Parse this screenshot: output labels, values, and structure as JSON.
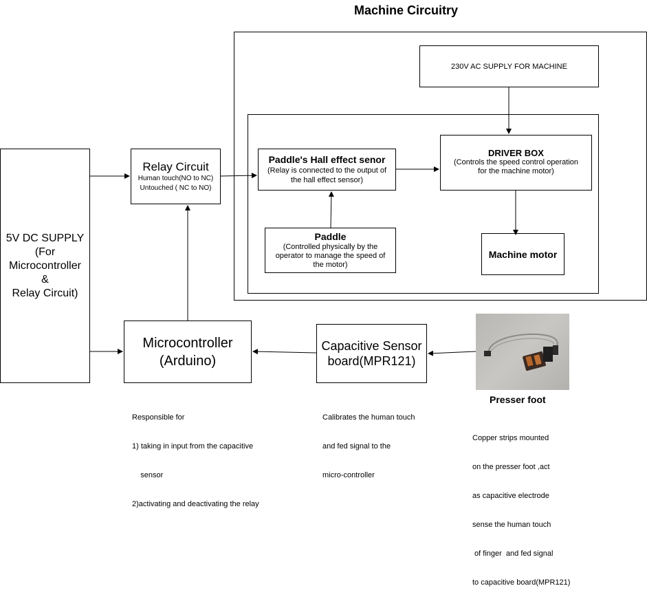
{
  "title": "Machine Circuitry",
  "supply_5v": {
    "lines": [
      "5V DC SUPPLY",
      "(For",
      "Microcontroller",
      "&",
      "Relay Circuit)"
    ]
  },
  "relay": {
    "title": "Relay Circuit",
    "line1": "Human touch(NO to NC)",
    "line2": "Untouched ( NC to NO)"
  },
  "hall_sensor": {
    "title": "Paddle's Hall effect senor",
    "line1": "(Relay is connected to the output of",
    "line2": "the hall effect sensor)"
  },
  "paddle": {
    "title": "Paddle",
    "line1": "(Controlled physically by the",
    "line2": "operator to manage the speed of",
    "line3": "the motor)"
  },
  "ac_supply": {
    "label": "230V AC SUPPLY FOR MACHINE"
  },
  "driver_box": {
    "title": "DRIVER BOX",
    "line1": "(Controls the speed control operation",
    "line2": "for the machine motor)"
  },
  "machine_motor": {
    "label": "Machine motor"
  },
  "microcontroller": {
    "line1": "Microcontroller",
    "line2": "(Arduino)"
  },
  "capacitive_board": {
    "line1": "Capacitive Sensor",
    "line2": "board(MPR121)"
  },
  "presser_foot": {
    "label": "Presser foot"
  },
  "notes": {
    "microcontroller": [
      "Responsible for",
      "1) taking in input from the capacitive",
      "    sensor",
      "2)activating and deactivating the relay"
    ],
    "capacitive": [
      "Calibrates the human touch",
      "and fed signal to the",
      "micro-controller"
    ],
    "presser": [
      "Copper strips mounted",
      "on the presser foot ,act",
      "as capacitive electrode",
      "sense the human touch",
      " of finger  and fed signal",
      "to capacitive board(MPR121)"
    ]
  }
}
